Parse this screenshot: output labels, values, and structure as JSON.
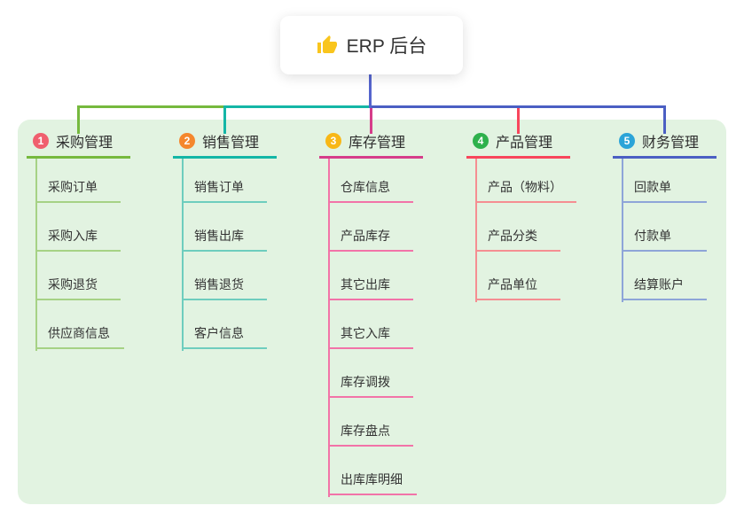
{
  "root": {
    "label": "ERP 后台",
    "icon": "thumbs-up-icon",
    "icon_color": "#f9c51d",
    "stem_color": "#5565cd"
  },
  "panel_color": "#e2f3e1",
  "branches": [
    {
      "index": "1",
      "label": "采购管理",
      "badge_color": "#f05f6e",
      "line_color": "#76b93e",
      "child_line_color": "#a6d285",
      "children": [
        "采购订单",
        "采购入库",
        "采购退货",
        "供应商信息"
      ]
    },
    {
      "index": "2",
      "label": "销售管理",
      "badge_color": "#f5872d",
      "line_color": "#14b6a6",
      "child_line_color": "#6ecdbe",
      "children": [
        "销售订单",
        "销售出库",
        "销售退货",
        "客户信息"
      ]
    },
    {
      "index": "3",
      "label": "库存管理",
      "badge_color": "#f8b716",
      "line_color": "#d63d8a",
      "child_line_color": "#f273a8",
      "children": [
        "仓库信息",
        "产品库存",
        "其它出库",
        "其它入库",
        "库存调拨",
        "库存盘点",
        "出库库明细"
      ]
    },
    {
      "index": "4",
      "label": "产品管理",
      "badge_color": "#2eb14c",
      "line_color": "#f8465c",
      "child_line_color": "#f58e92",
      "children": [
        "产品（物料）",
        "产品分类",
        "产品单位"
      ]
    },
    {
      "index": "5",
      "label": "财务管理",
      "badge_color": "#2ba4d8",
      "line_color": "#4b5fc3",
      "child_line_color": "#8ea5d8",
      "children": [
        "回款单",
        "付款单",
        "结算账户"
      ]
    }
  ]
}
